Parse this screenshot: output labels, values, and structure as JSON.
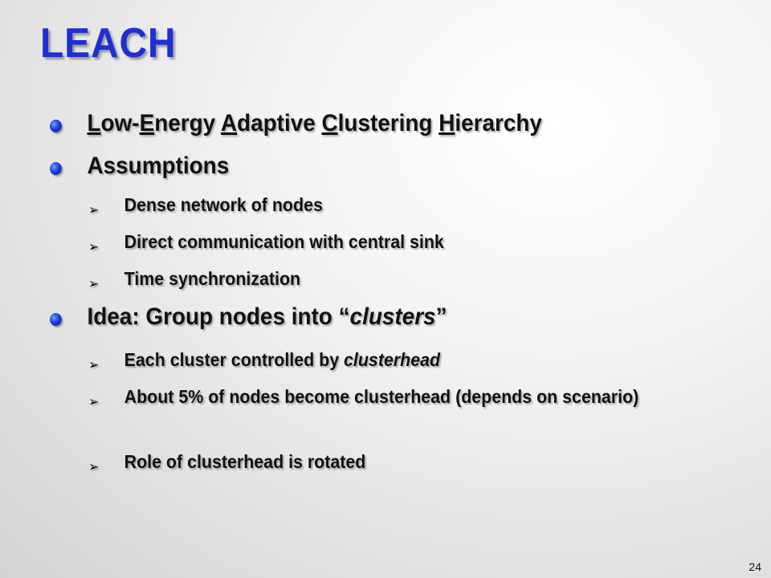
{
  "title": "LEACH",
  "bullets": {
    "acronym": {
      "p1": "L",
      "p2": "ow-",
      "p3": "E",
      "p4": "nergy ",
      "p5": "A",
      "p6": "daptive ",
      "p7": "C",
      "p8": "lustering ",
      "p9": "H",
      "p10": "ierarchy"
    },
    "assumptions": {
      "label": "Assumptions",
      "items": [
        "Dense network of nodes",
        "Direct communication with central sink",
        "Time synchronization"
      ]
    },
    "idea": {
      "prefix": "Idea: Group nodes into “",
      "emphasis": "clusters",
      "suffix": "”",
      "item1_prefix": "Each cluster controlled by ",
      "item1_emphasis": "clusterhead",
      "item2": "About 5% of nodes become clusterhead (depends on scenario)",
      "item3": "Role of clusterhead is rotated"
    }
  },
  "page_number": "24",
  "colors": {
    "title": "#1f2fd0",
    "bullet": "#1a3fd8"
  },
  "icons": {
    "level1": "round-bullet-icon",
    "level2": "arrow-bullet-icon"
  }
}
